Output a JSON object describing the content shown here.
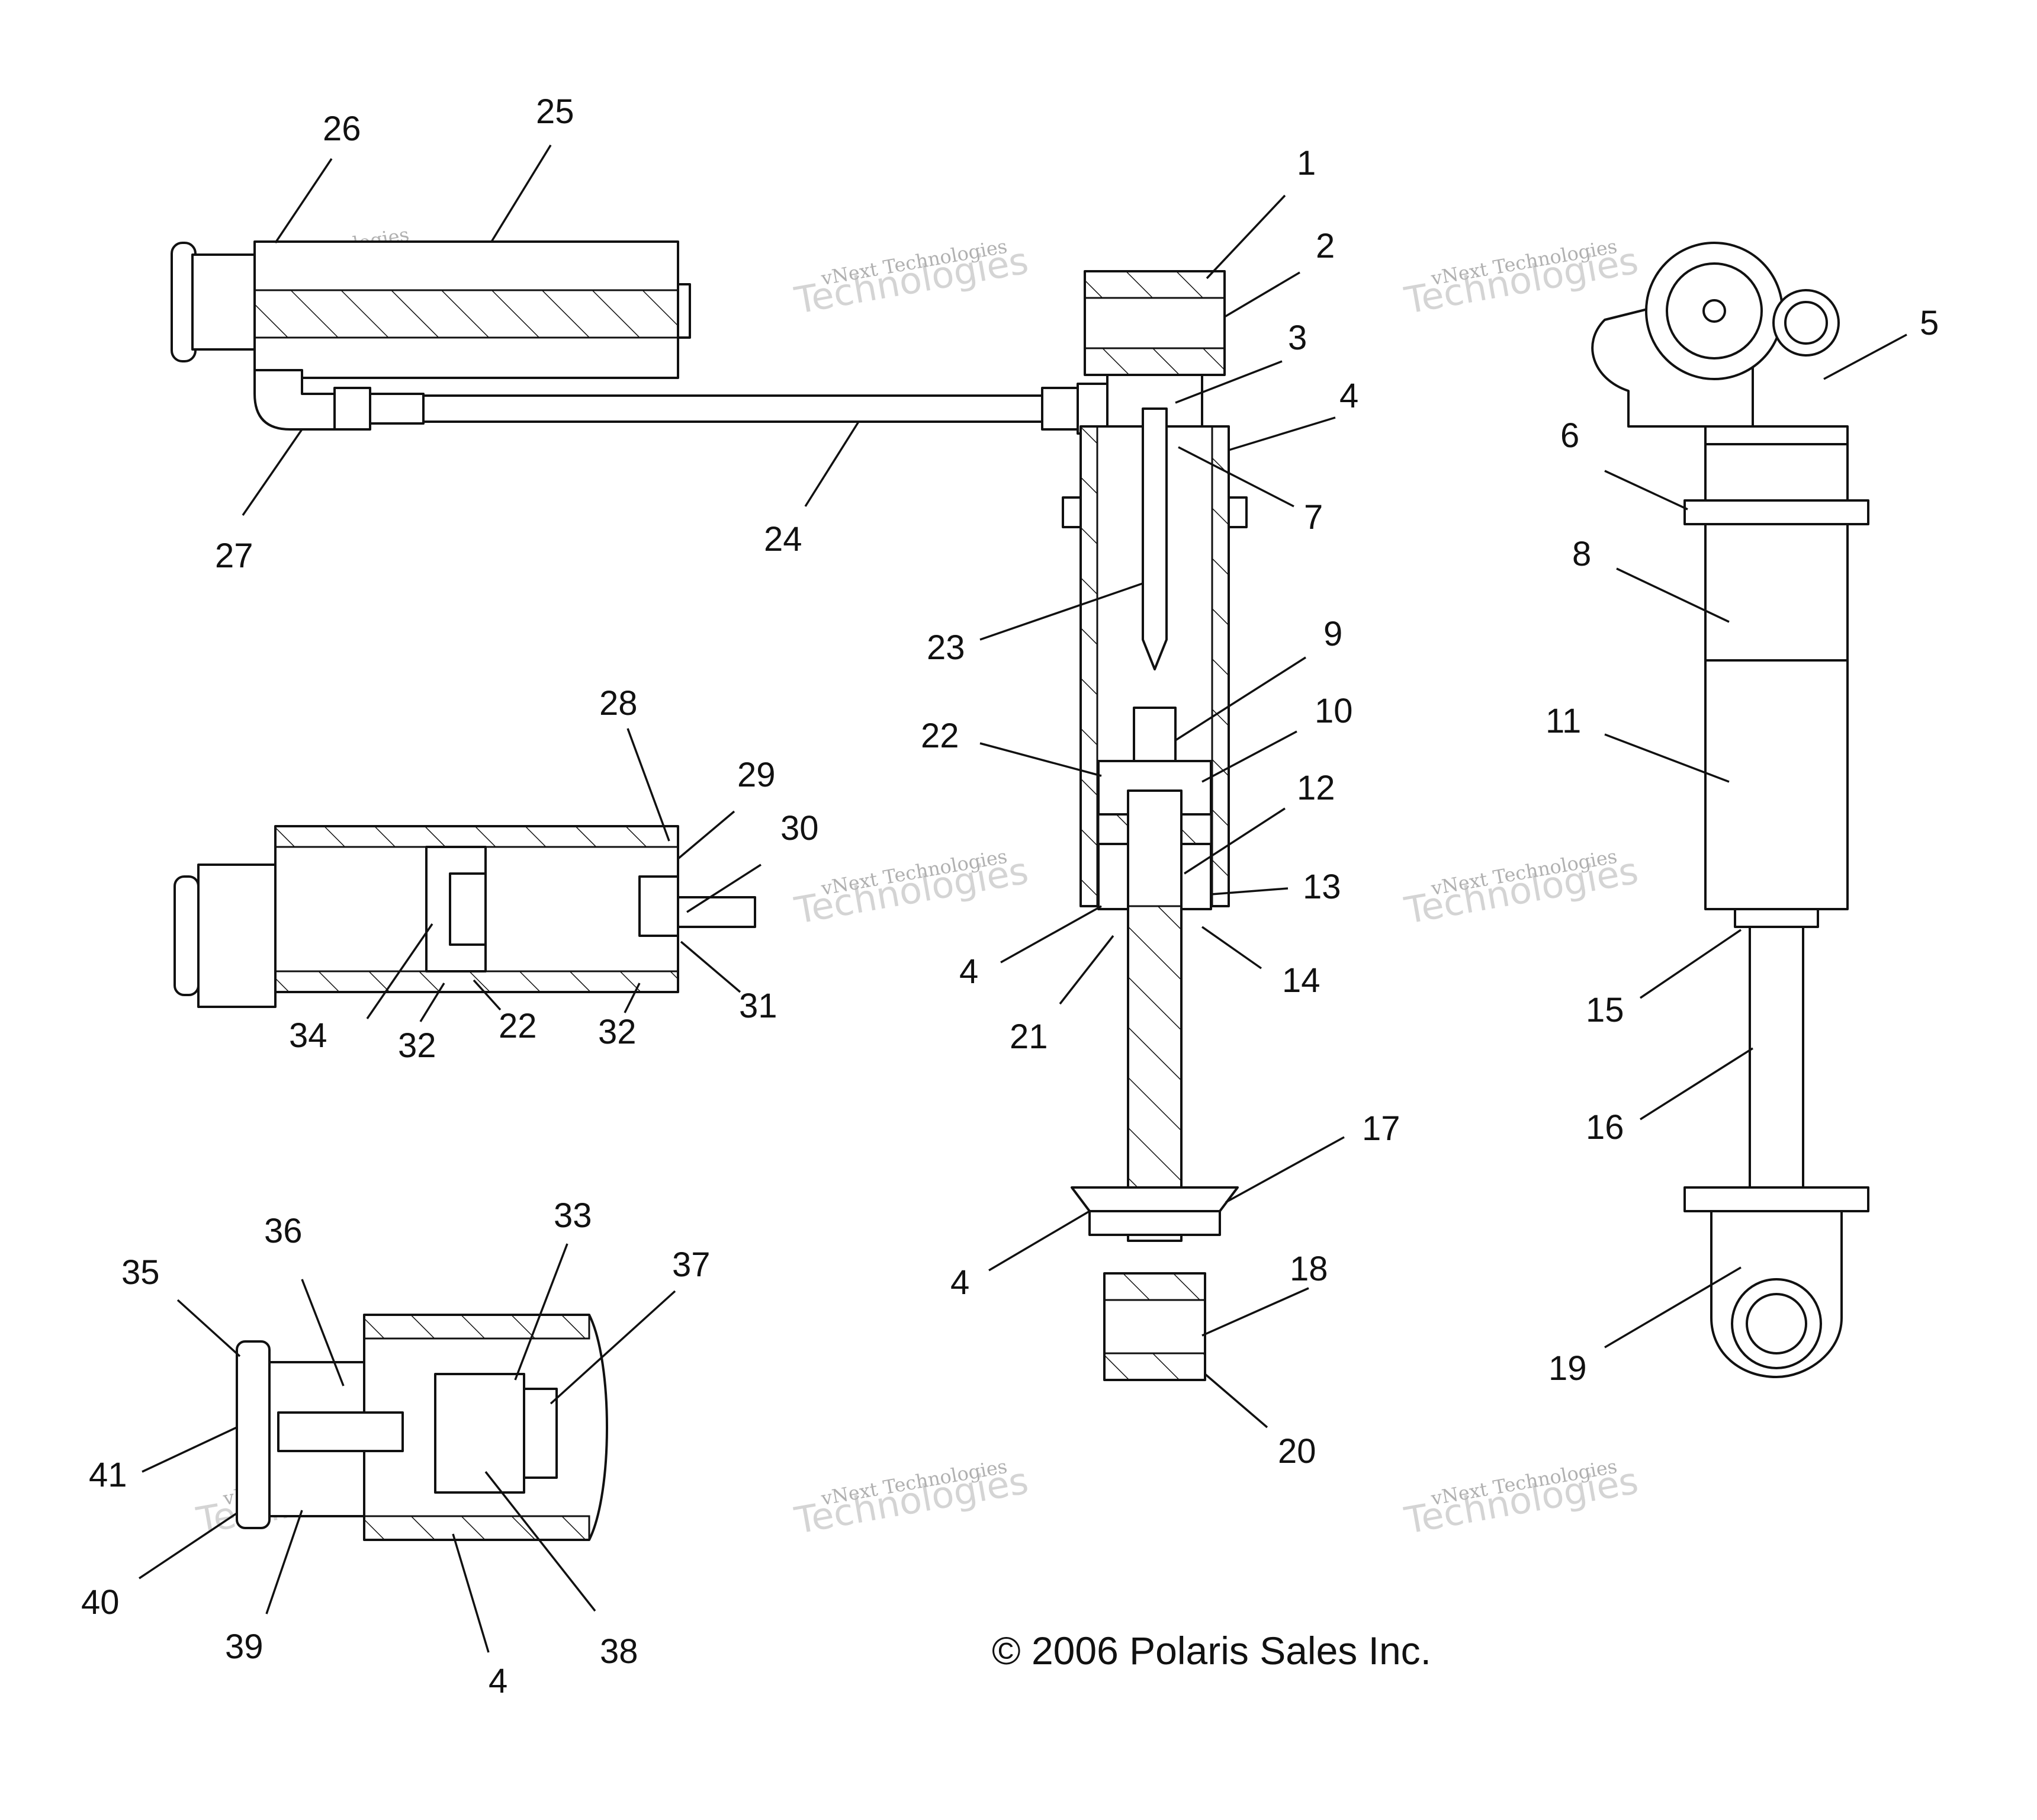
{
  "diagram": {
    "callouts": [
      "26",
      "25",
      "1",
      "2",
      "3",
      "4",
      "5",
      "6",
      "7",
      "8",
      "23",
      "9",
      "22",
      "10",
      "12",
      "13",
      "4",
      "21",
      "14",
      "11",
      "15",
      "16",
      "17",
      "4",
      "18",
      "20",
      "19",
      "24",
      "27",
      "28",
      "29",
      "30",
      "31",
      "34",
      "32",
      "22",
      "32",
      "35",
      "36",
      "33",
      "37",
      "41",
      "40",
      "39",
      "4",
      "38"
    ],
    "copyright": "© 2006 Polaris Sales Inc.",
    "watermark": {
      "small": "vNext Technologies",
      "big": "Technologies"
    }
  }
}
